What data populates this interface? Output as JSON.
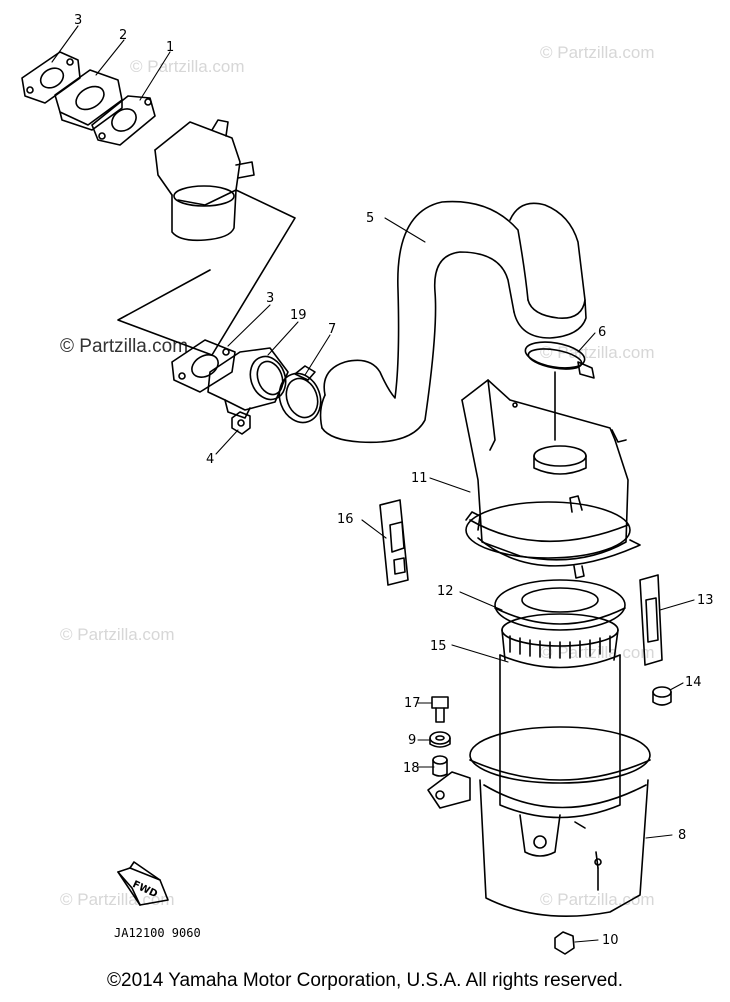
{
  "diagram": {
    "callouts": [
      "3",
      "2",
      "1",
      "5",
      "3",
      "19",
      "7",
      "6",
      "4",
      "11",
      "16",
      "12",
      "13",
      "15",
      "17",
      "14",
      "9",
      "18",
      "8",
      "10"
    ],
    "watermark": "© Partzilla.com",
    "drawing_code": "JA12100 9060",
    "fwd_label": "FWD"
  },
  "footer": {
    "copyright": "©2014  Yamaha Motor Corporation, U.S.A. All rights reserved."
  }
}
